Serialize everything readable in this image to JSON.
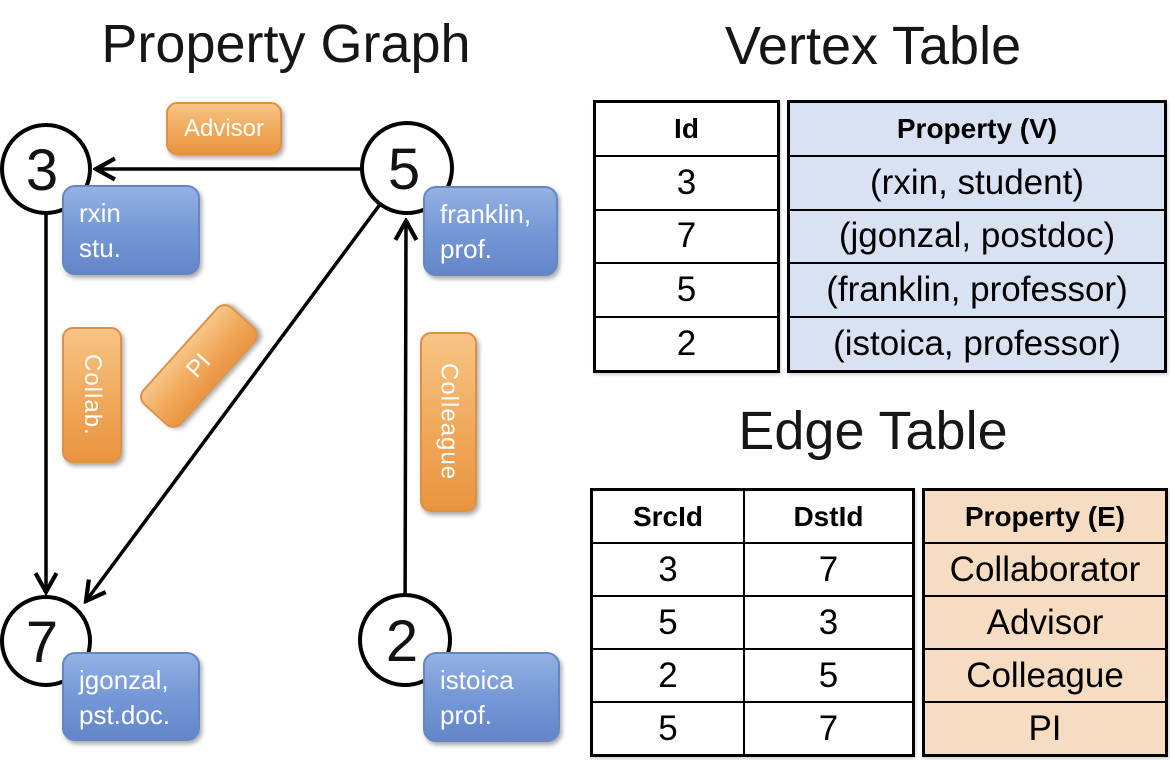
{
  "property_graph": {
    "title": "Property Graph",
    "nodes": [
      {
        "id": "3",
        "property": "rxin\nstu."
      },
      {
        "id": "5",
        "property": "franklin,\nprof."
      },
      {
        "id": "7",
        "property": "jgonzal,\npst.doc."
      },
      {
        "id": "2",
        "property": "istoica\nprof."
      }
    ],
    "edge_labels": {
      "advisor": "Advisor",
      "collab": "Collab.",
      "pi": "PI",
      "colleague": "Colleague"
    }
  },
  "vertex_table": {
    "title": "Vertex Table",
    "columns": {
      "id": "Id",
      "property": "Property (V)"
    },
    "rows": [
      {
        "id": "3",
        "property": "(rxin, student)"
      },
      {
        "id": "7",
        "property": "(jgonzal, postdoc)"
      },
      {
        "id": "5",
        "property": "(franklin, professor)"
      },
      {
        "id": "2",
        "property": "(istoica, professor)"
      }
    ]
  },
  "edge_table": {
    "title": "Edge Table",
    "columns": {
      "src": "SrcId",
      "dst": "DstId",
      "property": "Property (E)"
    },
    "rows": [
      {
        "src": "3",
        "dst": "7",
        "property": "Collaborator"
      },
      {
        "src": "5",
        "dst": "3",
        "property": "Advisor"
      },
      {
        "src": "2",
        "dst": "5",
        "property": "Colleague"
      },
      {
        "src": "5",
        "dst": "7",
        "property": "PI"
      }
    ]
  },
  "colors": {
    "edge_label_orange": "#f0a85a",
    "vertex_label_blue": "#7598d6",
    "vertex_property_cell_bg": "#d9e2f3",
    "edge_property_cell_bg": "#f6ddc2",
    "line_black": "#000000"
  }
}
